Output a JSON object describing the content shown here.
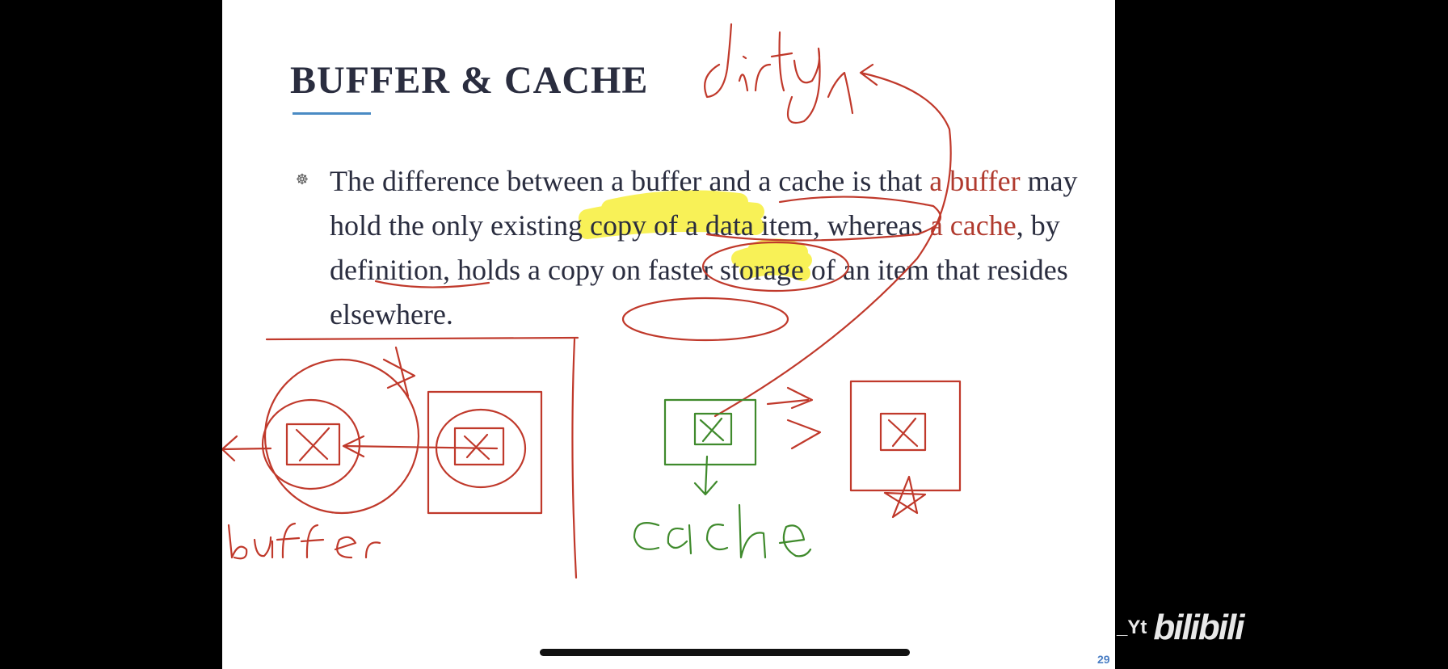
{
  "slide": {
    "title": "BUFFER & CACHE",
    "bullet_icon": "brain-bullet-icon",
    "paragraph": {
      "p1": "The difference between a buffer and a cache is that ",
      "p2": "a buffer",
      "p3": " may hold the only existing copy of a data item, whereas ",
      "p4": "a cache",
      "p5": ", by definition, holds a copy on faster storage of an item that resides elsewhere."
    },
    "page_number": "29"
  },
  "annotations": {
    "dirty": "dirty",
    "buffer": "buffer",
    "cache": "cache"
  },
  "watermark": {
    "user": "_Yt",
    "logo": "bilibili"
  },
  "colors": {
    "ink_red": "#c0392b",
    "ink_green": "#3f8a2c",
    "highlight": "#f7ee3a",
    "text": "#2a2d3f",
    "accent_red": "#b03a2e",
    "title_rule": "#4a8bc4"
  }
}
